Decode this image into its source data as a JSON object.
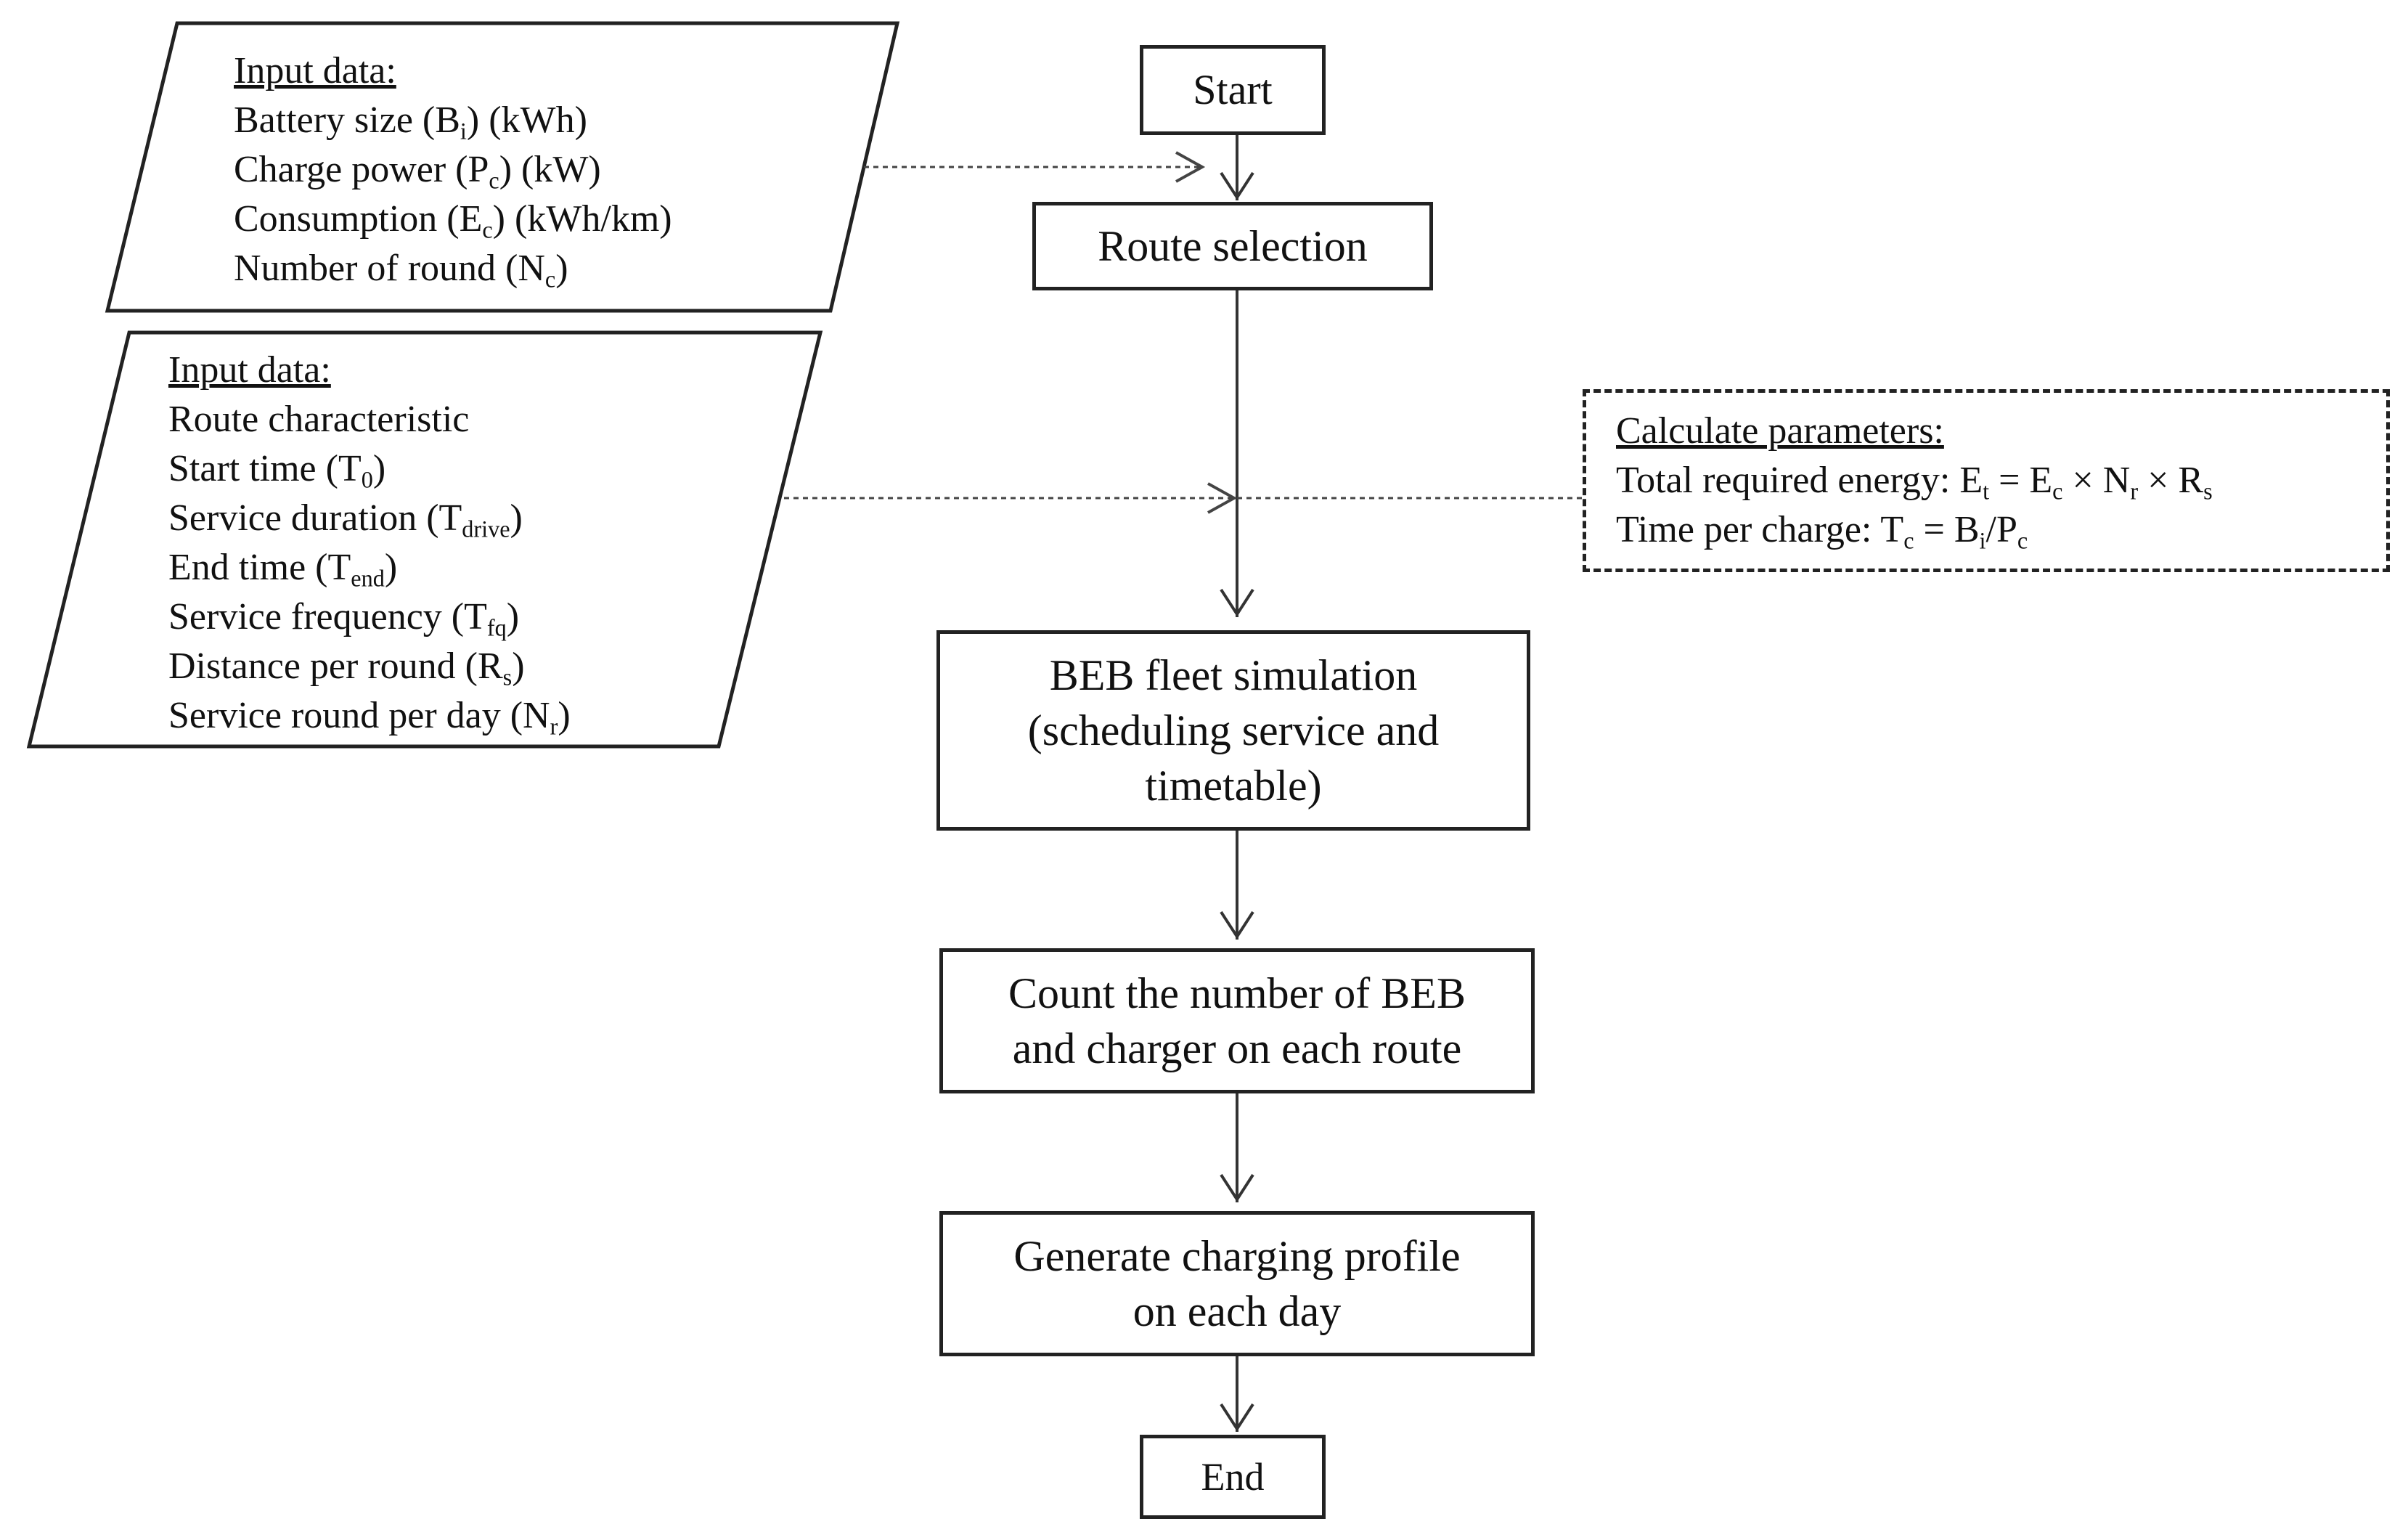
{
  "flow": {
    "start": "Start",
    "route_selection": "Route selection",
    "simulation": [
      "BEB fleet simulation",
      "(scheduling service and",
      "timetable)"
    ],
    "count": [
      "Count the number of BEB",
      "and charger on each route"
    ],
    "generate": [
      "Generate charging profile",
      "on each day"
    ],
    "end": "End"
  },
  "input1": {
    "title": "Input data:",
    "lines": [
      {
        "pre": "Battery size (B",
        "sub": "i",
        "post": ") (kWh)"
      },
      {
        "pre": "Charge power (P",
        "sub": "c",
        "post": ") (kW)"
      },
      {
        "pre": "Consumption (E",
        "sub": "c",
        "post": ") (kWh/km)"
      },
      {
        "pre": "Number of round (N",
        "sub": "c",
        "post": ")"
      }
    ]
  },
  "input2": {
    "title": "Input data:",
    "lines": [
      {
        "pre": "Route characteristic",
        "sub": "",
        "post": ""
      },
      {
        "pre": "Start time (T",
        "sub": "0",
        "post": ")"
      },
      {
        "pre": "Service duration (T",
        "sub": "drive",
        "post": ")"
      },
      {
        "pre": "End time (T",
        "sub": "end",
        "post": ")"
      },
      {
        "pre": "Service frequency (T",
        "sub": "fq",
        "post": ")"
      },
      {
        "pre": "Distance per round (R",
        "sub": "s",
        "post": ")"
      },
      {
        "pre": "Service round per day (N",
        "sub": "r",
        "post": ")"
      }
    ]
  },
  "params": {
    "title": "Calculate  parameters:",
    "energy": {
      "label": "Total required energy: E",
      "s1": "t",
      "t1": " = E",
      "s2": "c",
      "t2": " × N",
      "s3": "r",
      "t3": " × R",
      "s4": "s"
    },
    "time": {
      "label": "Time per charge: T",
      "s1": "c",
      "t1": " = B",
      "s2": "i",
      "t2": "/P",
      "s3": "c"
    }
  }
}
